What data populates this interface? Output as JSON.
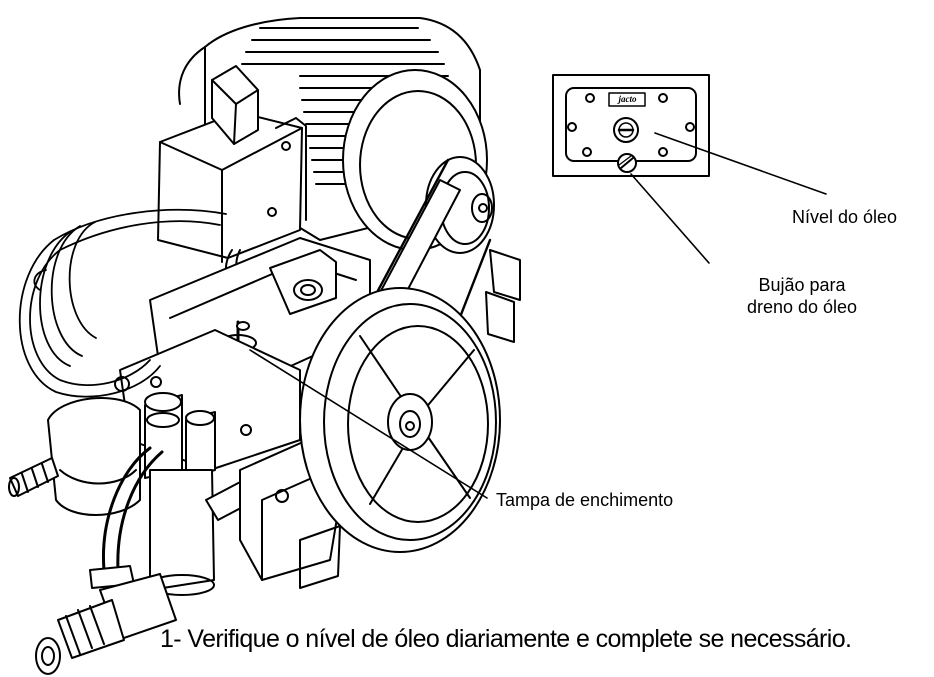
{
  "labels": {
    "oil_level": "Nível do óleo",
    "drain_plug_line1": "Bujão para",
    "drain_plug_line2": "dreno do óleo",
    "fill_cap": "Tampa de enchimento"
  },
  "instruction": "1- Verifique o nível de óleo diariamente e complete se necessário.",
  "inset_logo_text": "jacto",
  "colors": {
    "ink": "#000000",
    "paper": "#ffffff"
  }
}
